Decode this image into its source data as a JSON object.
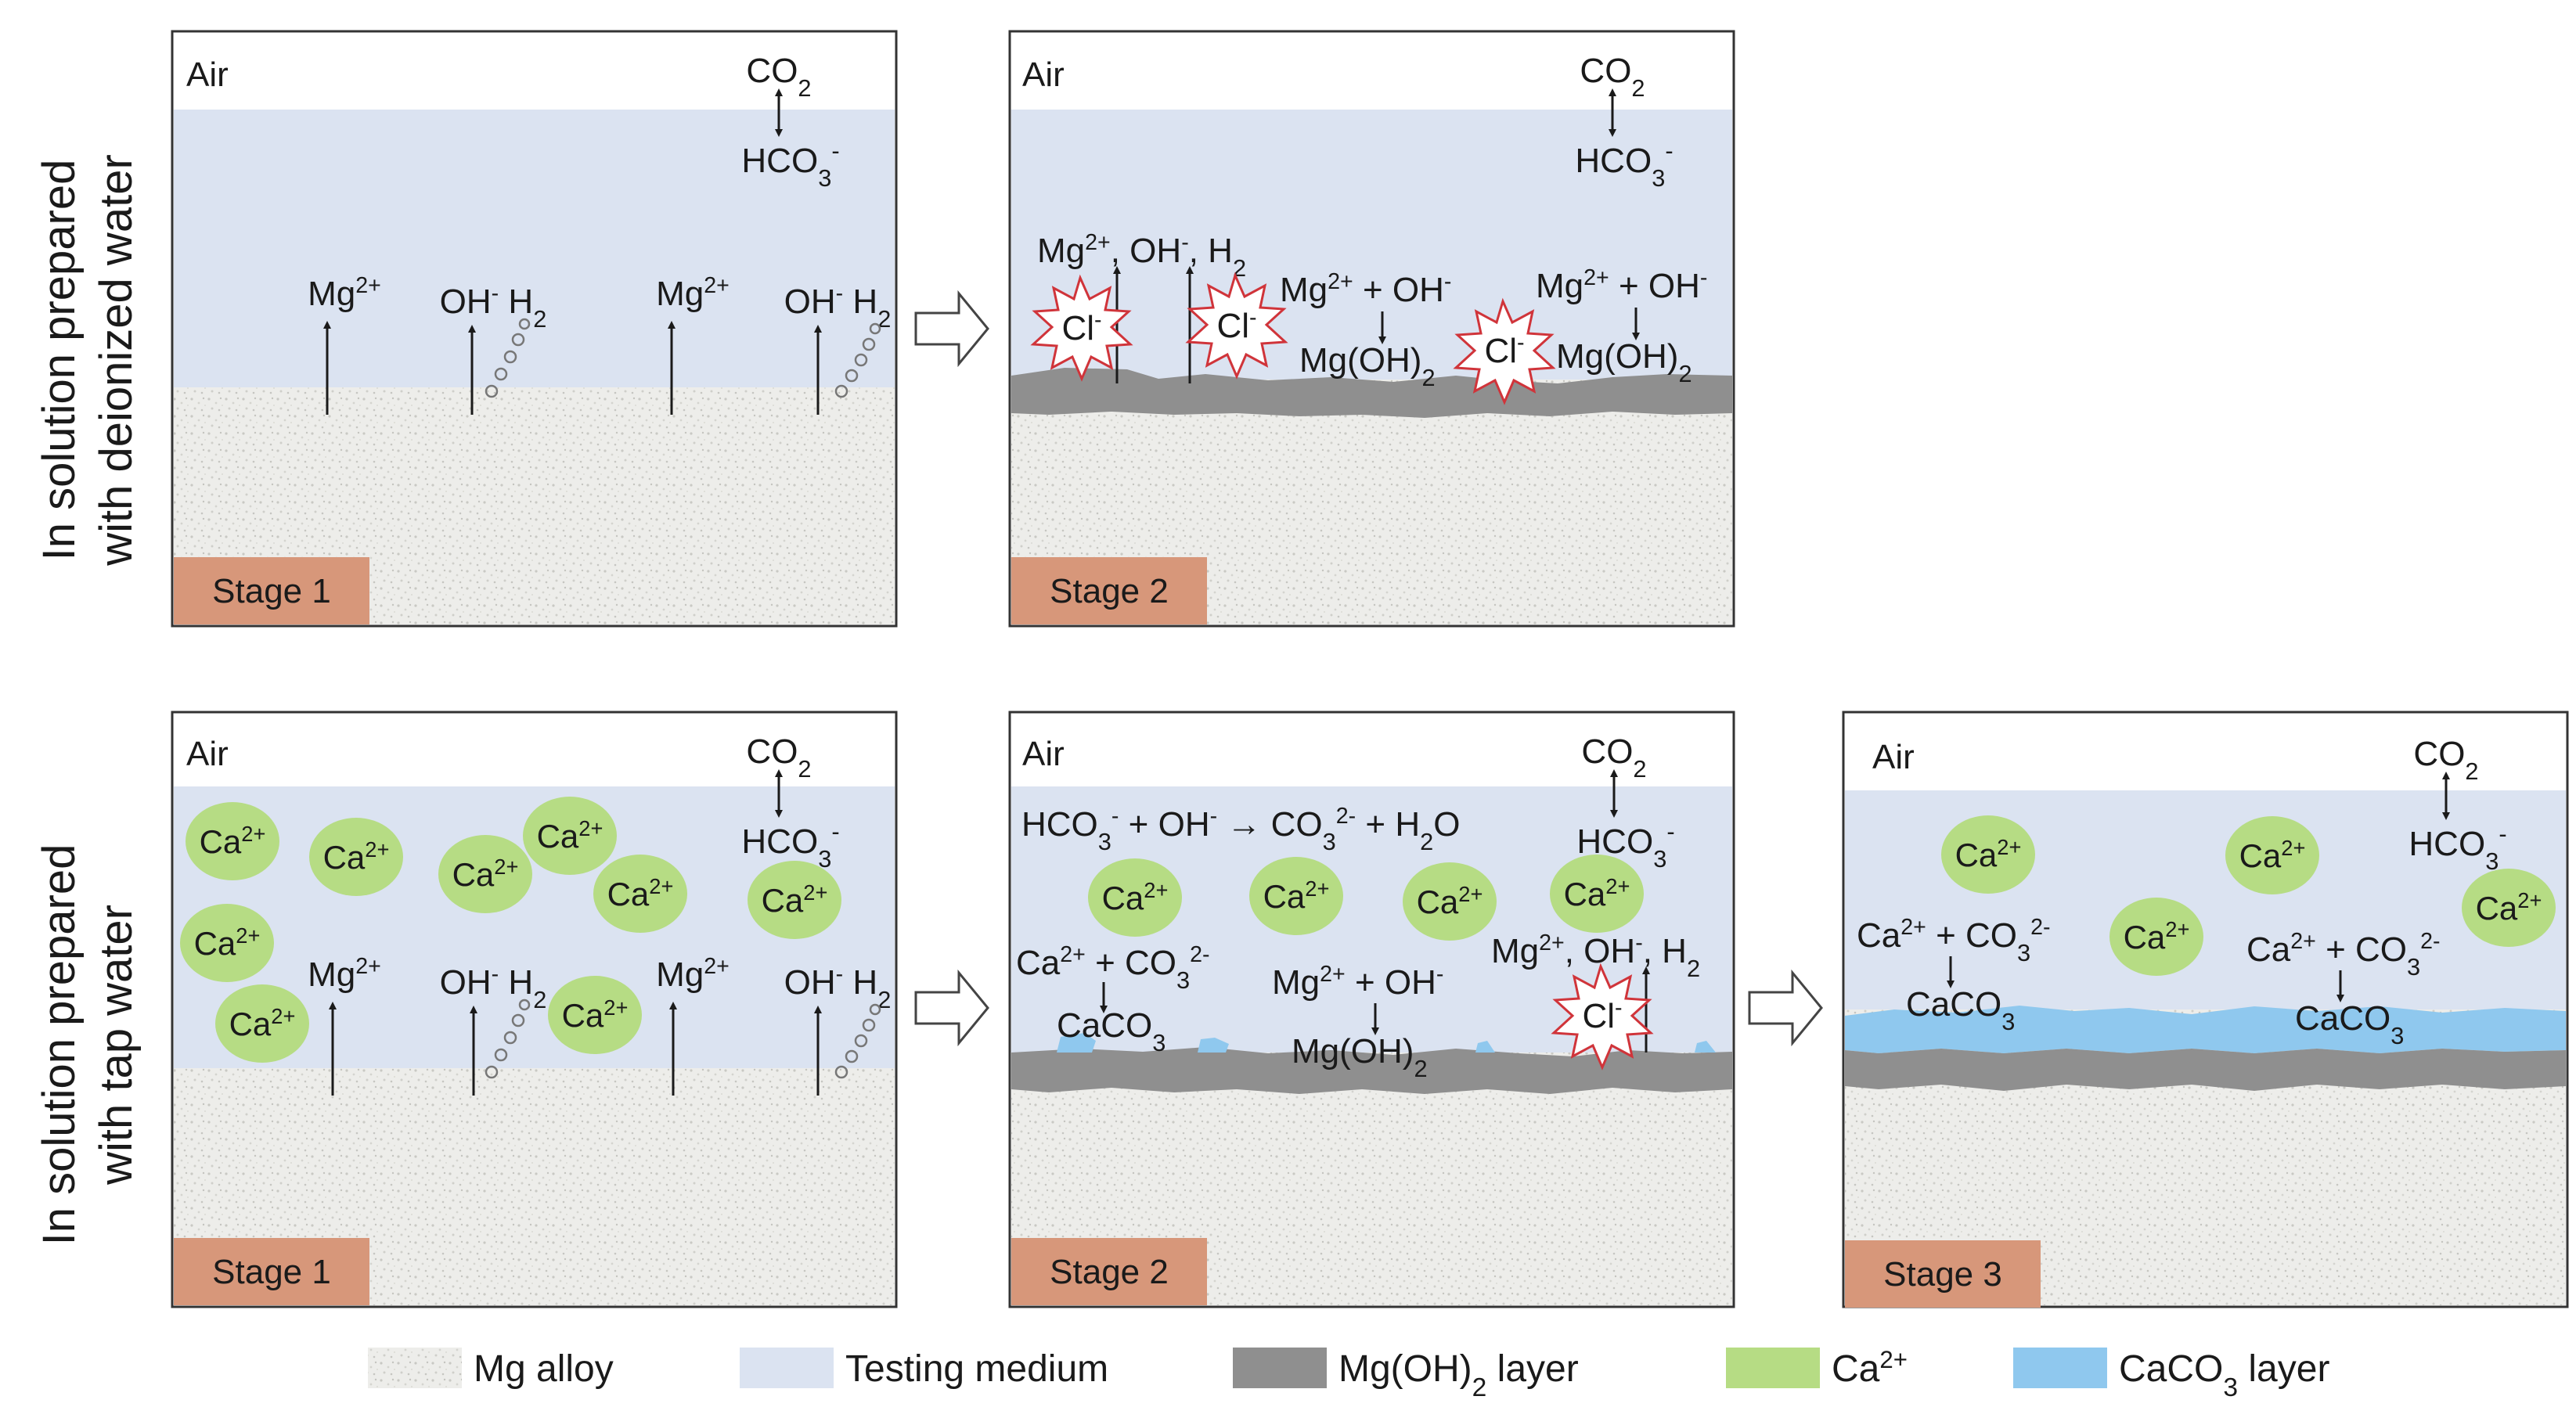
{
  "row_labels": [
    {
      "line1": "In solution prepared",
      "line2": "with deionized water"
    },
    {
      "line1": "In solution prepared",
      "line2": "with  tap water"
    }
  ],
  "common": {
    "air": "Air",
    "co2": "CO<tspan baseline-shift=\"sub\" font-size=\"70%\">2</tspan>",
    "hco3": "HCO<tspan baseline-shift=\"sub\" font-size=\"70%\">3</tspan><tspan baseline-shift=\"super\" font-size=\"70%\">-</tspan>",
    "mg2": "Mg<tspan baseline-shift=\"super\" font-size=\"65%\">2+</tspan>",
    "oh_h2": "OH<tspan baseline-shift=\"super\" font-size=\"65%\">-</tspan> H<tspan baseline-shift=\"sub\" font-size=\"70%\">2</tspan>",
    "ca2": "Ca<tspan baseline-shift=\"super\" font-size=\"65%\">2+</tspan>",
    "cl": "Cl<tspan baseline-shift=\"super\" font-size=\"65%\">-</tspan>",
    "mg_oh_h2": "Mg<tspan baseline-shift=\"super\" font-size=\"65%\">2+</tspan>, OH<tspan baseline-shift=\"super\" font-size=\"65%\">-</tspan>, H<tspan baseline-shift=\"sub\" font-size=\"70%\">2</tspan>",
    "mg_plus_oh": "Mg<tspan baseline-shift=\"super\" font-size=\"65%\">2+</tspan> + OH<tspan baseline-shift=\"super\" font-size=\"65%\">-</tspan>",
    "mgoh2": "Mg(OH)<tspan baseline-shift=\"sub\" font-size=\"70%\">2</tspan>",
    "ca_plus_co3": "Ca<tspan baseline-shift=\"super\" font-size=\"65%\">2+</tspan> + CO<tspan baseline-shift=\"sub\" font-size=\"70%\">3</tspan><tspan baseline-shift=\"super\" font-size=\"65%\">2-</tspan>",
    "caco3": "CaCO<tspan baseline-shift=\"sub\" font-size=\"70%\">3</tspan>",
    "hco3_reaction": "HCO<tspan baseline-shift=\"sub\" font-size=\"70%\">3</tspan><tspan baseline-shift=\"super\" font-size=\"65%\">-</tspan> + OH<tspan baseline-shift=\"super\" font-size=\"65%\">-</tspan> → CO<tspan baseline-shift=\"sub\" font-size=\"70%\">3</tspan><tspan baseline-shift=\"super\" font-size=\"65%\">2-</tspan> + H<tspan baseline-shift=\"sub\" font-size=\"70%\">2</tspan>O"
  },
  "stages": {
    "s1": "Stage 1",
    "s2": "Stage 2",
    "s3": "Stage 3"
  },
  "legend": [
    {
      "label": "Mg alloy",
      "swatch": "alloy"
    },
    {
      "label": "Testing medium",
      "swatch": "#dbe3f1"
    },
    {
      "label": "Mg(OH)<tspan baseline-shift=\"sub\" font-size=\"70%\">2</tspan> layer",
      "swatch": "#8f8f8f"
    },
    {
      "label": "Ca<tspan baseline-shift=\"super\" font-size=\"65%\">2+</tspan>",
      "swatch": "#b6dc84"
    },
    {
      "label": "CaCO<tspan baseline-shift=\"sub\" font-size=\"70%\">3</tspan> layer",
      "swatch": "#8fc8ee"
    }
  ],
  "colors": {
    "medium": "#dbe3f1",
    "alloy": "#ededea",
    "mgoh2_layer": "#8f8f8f",
    "ca_ion": "#b6dc84",
    "caco3_layer": "#8fc8ee",
    "stage_tag": "#d7977a",
    "cl_star_stroke": "#d0343a"
  }
}
